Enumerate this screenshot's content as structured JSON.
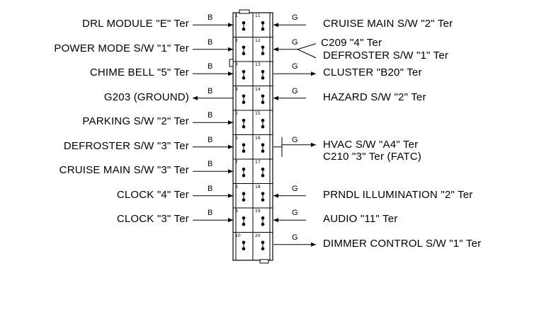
{
  "pins_left": [
    {
      "num": "1",
      "label": "DRL MODULE \"E\" Ter",
      "wire": "B",
      "dir": "in"
    },
    {
      "num": "2",
      "label": "POWER MODE S/W \"1\" Ter",
      "wire": "B",
      "dir": "in"
    },
    {
      "num": "3",
      "label": "CHIME BELL \"5\" Ter",
      "wire": "B",
      "dir": "in"
    },
    {
      "num": "4",
      "label": "G203 (GROUND)",
      "wire": "B",
      "dir": "out"
    },
    {
      "num": "5",
      "label": "PARKING S/W \"2\" Ter",
      "wire": "B",
      "dir": "in"
    },
    {
      "num": "6",
      "label": "DEFROSTER S/W \"3\" Ter",
      "wire": "B",
      "dir": "in"
    },
    {
      "num": "7",
      "label": "CRUISE MAIN S/W \"3\" Ter",
      "wire": "B",
      "dir": "in"
    },
    {
      "num": "8",
      "label": "CLOCK \"4\" Ter",
      "wire": "B",
      "dir": "in"
    },
    {
      "num": "9",
      "label": "CLOCK \"3\" Ter",
      "wire": "B",
      "dir": "in"
    },
    {
      "num": "10",
      "label": "",
      "wire": "",
      "dir": "none"
    }
  ],
  "pins_right": [
    {
      "num": "11",
      "labels": [
        "CRUISE MAIN S/W \"2\" Ter"
      ],
      "wire": "G",
      "dir": "in"
    },
    {
      "num": "12",
      "labels": [
        "C209 \"4\" Ter",
        "DEFROSTER S/W \"1\" Ter"
      ],
      "wire": "G",
      "dir": "split"
    },
    {
      "num": "13",
      "labels": [
        "CLUSTER \"B20\" Ter"
      ],
      "wire": "G",
      "dir": "out"
    },
    {
      "num": "14",
      "labels": [
        "HAZARD S/W \"2\" Ter"
      ],
      "wire": "G",
      "dir": "in"
    },
    {
      "num": "15",
      "labels": [],
      "wire": "",
      "dir": "none"
    },
    {
      "num": "16",
      "labels": [
        "HVAC S/W \"A4\" Ter",
        "C210 \"3\" Ter (FATC)"
      ],
      "wire": "G",
      "dir": "bracket"
    },
    {
      "num": "17",
      "labels": [],
      "wire": "",
      "dir": "none"
    },
    {
      "num": "18",
      "labels": [
        "PRNDL ILLUMINATION \"2\" Ter"
      ],
      "wire": "G",
      "dir": "in"
    },
    {
      "num": "19",
      "labels": [
        "AUDIO \"11\" Ter"
      ],
      "wire": "G",
      "dir": "in"
    },
    {
      "num": "20",
      "labels": [
        "DIMMER CONTROL S/W \"1\" Ter"
      ],
      "wire": "G",
      "dir": "out"
    }
  ]
}
